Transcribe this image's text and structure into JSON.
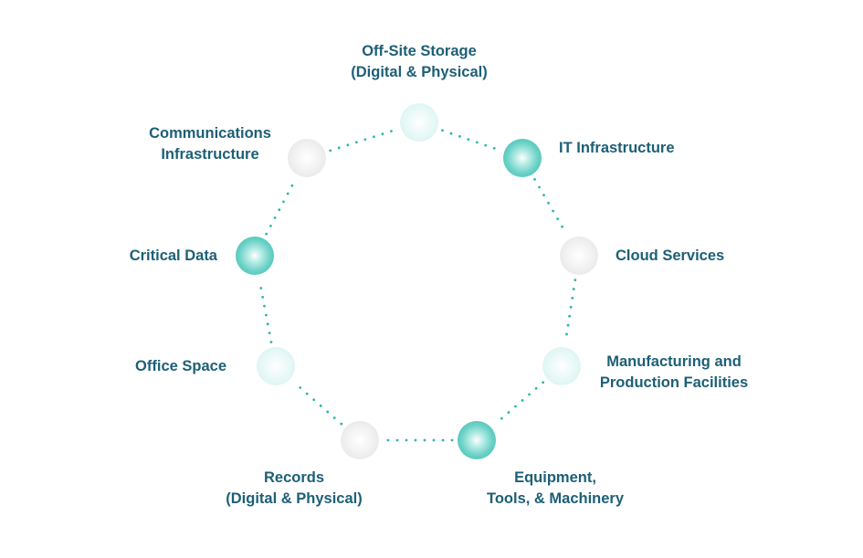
{
  "diagram": {
    "accent_dark": "#2fb5a9",
    "accent_light": "#d2f2ef",
    "neutral": "#e1e1e1",
    "dot_color": "#2fb5a9",
    "text_color": "#1d5f76",
    "nodes": [
      {
        "id": "off-site-storage",
        "style": "light",
        "lines": [
          "Off-Site Storage",
          "(Digital & Physical)"
        ]
      },
      {
        "id": "it-infrastructure",
        "style": "dark",
        "lines": [
          "IT Infrastructure"
        ]
      },
      {
        "id": "cloud-services",
        "style": "gray",
        "lines": [
          "Cloud Services"
        ]
      },
      {
        "id": "manufacturing-production",
        "style": "light",
        "lines": [
          "Manufacturing and",
          "Production Facilities"
        ]
      },
      {
        "id": "equipment-tools-machinery",
        "style": "dark",
        "lines": [
          "Equipment,",
          "Tools, & Machinery"
        ]
      },
      {
        "id": "records",
        "style": "gray",
        "lines": [
          "Records",
          "(Digital & Physical)"
        ]
      },
      {
        "id": "office-space",
        "style": "light",
        "lines": [
          "Office Space"
        ]
      },
      {
        "id": "critical-data",
        "style": "dark",
        "lines": [
          "Critical Data"
        ]
      },
      {
        "id": "communications-infrastructure",
        "style": "gray",
        "lines": [
          "Communications",
          "Infrastructure"
        ]
      }
    ]
  }
}
